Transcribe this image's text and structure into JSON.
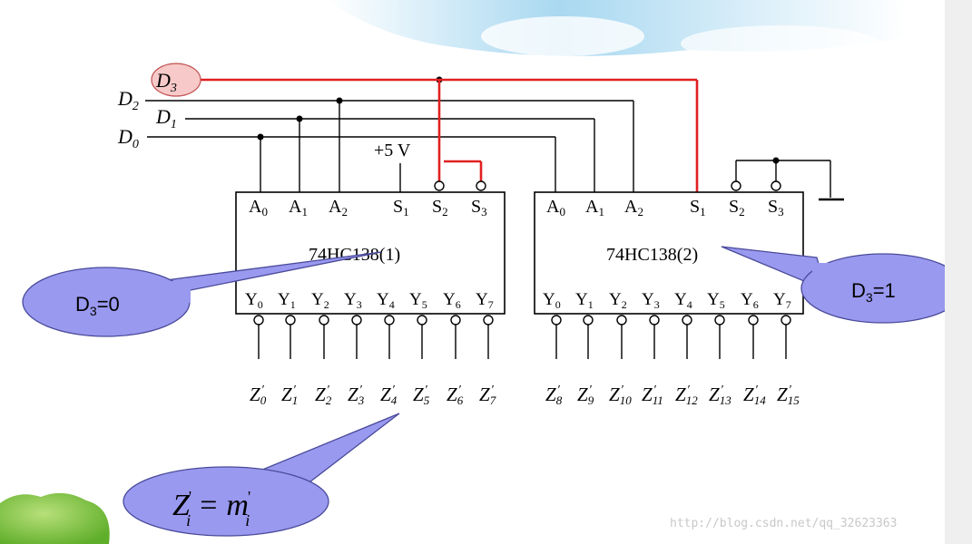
{
  "inputs": {
    "d3": "D",
    "d3_sub": "3",
    "d2": "D",
    "d2_sub": "2",
    "d1": "D",
    "d1_sub": "1",
    "d0": "D",
    "d0_sub": "0"
  },
  "vcc_label": "+5 V",
  "decoder1": {
    "name": "74HC138(1)",
    "pins_top": [
      "A0",
      "A1",
      "A2",
      "S1",
      "S2",
      "S3"
    ],
    "pins_bottom": [
      "Y0",
      "Y1",
      "Y2",
      "Y3",
      "Y4",
      "Y5",
      "Y6",
      "Y7"
    ],
    "outputs": [
      "0",
      "1",
      "2",
      "3",
      "4",
      "5",
      "6",
      "7"
    ]
  },
  "decoder2": {
    "name": "74HC138(2)",
    "pins_top": [
      "A0",
      "A1",
      "A2",
      "S1",
      "S2",
      "S3"
    ],
    "pins_bottom": [
      "Y0",
      "Y1",
      "Y2",
      "Y3",
      "Y4",
      "Y5",
      "Y6",
      "Y7"
    ],
    "outputs": [
      "8",
      "9",
      "10",
      "11",
      "12",
      "13",
      "14",
      "15"
    ]
  },
  "callouts": {
    "left": {
      "var": "D",
      "sub": "3",
      "rest": "=0"
    },
    "right": {
      "var": "D",
      "sub": "3",
      "rest": "=1"
    },
    "bottom": {
      "lhs": "Z",
      "rhs": "m",
      "sub": "i",
      "eq": "=",
      "prime": "'"
    }
  },
  "watermark": "http://blog.csdn.net/qq_32623363",
  "colors": {
    "wire": "#000000",
    "highlight": "#e02020",
    "callout_fill": "#9999f0",
    "callout_stroke": "#4a4a9a",
    "d3_fill": "#f7c9c9",
    "d3_stroke": "#c05050"
  }
}
